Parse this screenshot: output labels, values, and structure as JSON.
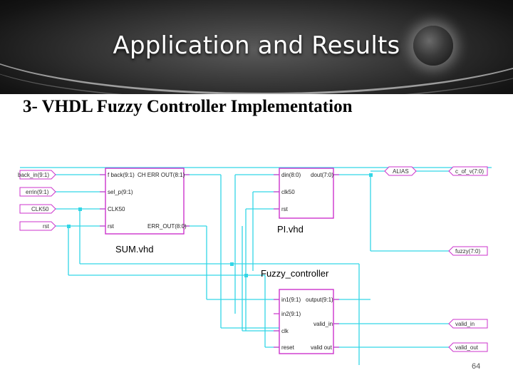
{
  "slide": {
    "title": "Application and Results",
    "subtitle": "3- VHDL Fuzzy Controller Implementation",
    "page_number": "64"
  },
  "colors": {
    "wire": "#33d6e6",
    "block": "#cc33cc",
    "port_fill": "#ffffff"
  },
  "blocks": {
    "sum": {
      "name": "SUM.vhd",
      "pins": [
        "f back(9:1)",
        "CH ERR OUT(8:1)",
        "sel_p(9:1)",
        "CLK50",
        "rst",
        "ERR_OUT(8:0)"
      ]
    },
    "pi": {
      "name": "PI.vhd",
      "pins": [
        "din(8:0)",
        "dout(7:0)",
        "clk50",
        "rst"
      ]
    },
    "fuzzy": {
      "name": "Fuzzy_controller",
      "pins": [
        "in1(9:1)",
        "output(9:1)",
        "in2(9:1)",
        "valid_in",
        "clk",
        "reset",
        "valid out"
      ]
    }
  },
  "ports": {
    "inputs": [
      "back_in(9:1)",
      "errin(9:1)",
      "CLK50",
      "rst"
    ],
    "outputs": [
      "c_of_v(7:0)",
      "fuzzy(7:0)",
      "valid_in",
      "valid_out"
    ],
    "alias": "ALIAS"
  }
}
